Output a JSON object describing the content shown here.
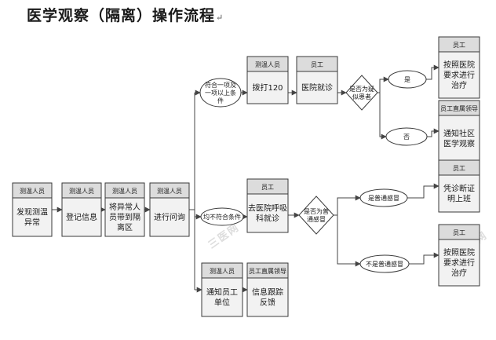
{
  "title": "医学观察（隔离）操作流程",
  "title_mark": "↵",
  "nodes": {
    "start": {
      "role": "测温人员",
      "action": "发现测温异常"
    },
    "register": {
      "role": "测温人员",
      "action": "登记信息"
    },
    "isolate": {
      "role": "测温人员",
      "action": "将异常人员带到隔离区"
    },
    "inquire": {
      "role": "测温人员",
      "action": "进行问询"
    },
    "call120": {
      "role": "测温人员",
      "action": "拨打120"
    },
    "hospital1": {
      "role": "员工",
      "action": "医院就诊"
    },
    "treat1": {
      "role": "员工",
      "action": "按照医院要求进行治疗"
    },
    "community": {
      "role": "员工直属领导",
      "action": "通知社区医学观察"
    },
    "fever_clinic": {
      "role": "员工",
      "action": "去医院呼吸科就诊"
    },
    "certificate": {
      "role": "员工",
      "action": "凭诊断证明上班"
    },
    "treat2": {
      "role": "员工",
      "action": "按照医院要求进行治疗"
    },
    "notify_unit": {
      "role": "测温人员",
      "action": "通知员工单位"
    },
    "track": {
      "role": "员工直属领导",
      "action": "信息跟踪反馈"
    }
  },
  "conditions": {
    "meets": "符合一项及一项以上条件",
    "not_meets": "均不符合条件"
  },
  "decisions": {
    "suspected": "是否为疑似患者",
    "common_cold": "是否为普通感冒"
  },
  "answers": {
    "yes": "是",
    "no": "否",
    "is_cold": "是普通感冒",
    "not_cold": "不是普通感冒"
  },
  "watermark": "三医网",
  "colors": {
    "header_fill": "#dcdcdc",
    "box_fill": "#f2f2f2",
    "stroke": "#3a3a3a",
    "line": "#444444"
  }
}
